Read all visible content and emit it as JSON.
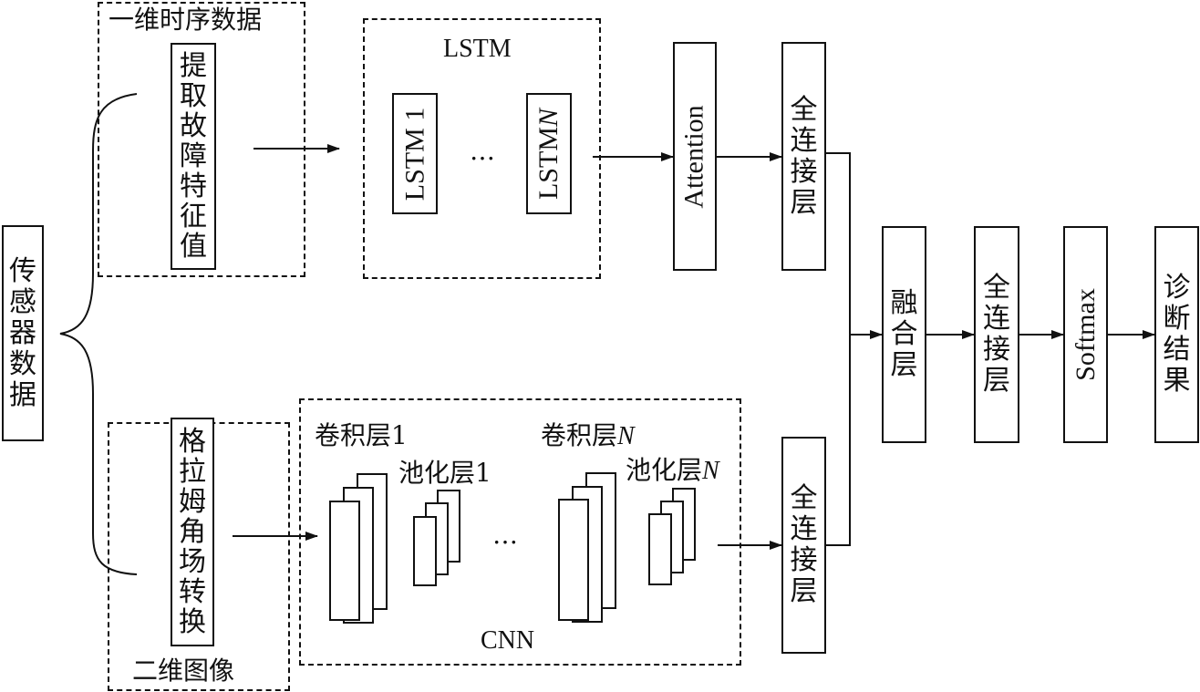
{
  "input": {
    "sensor_data": "传感器数据"
  },
  "branch_1d": {
    "group_label": "一维时序数据",
    "step": "提取故障特征值",
    "lstm_group_label": "LSTM",
    "lstm_first": "LSTM 1",
    "lstm_ellipsis": "…",
    "lstm_last_prefix": "LSTM ",
    "lstm_last_n": "N",
    "attention": "Attention",
    "fc": "全连接层"
  },
  "branch_2d": {
    "group_label": "二维图像",
    "step": "格拉姆角场转换",
    "cnn_group_label": "CNN",
    "conv_first": "卷积层1",
    "pool_first": "池化层1",
    "conv_last_prefix": "卷积层",
    "pool_last_prefix": "池化层",
    "last_n": "N",
    "cnn_ellipsis": "…",
    "fc": "全连接层"
  },
  "fusion": {
    "fusion_layer": "融合层",
    "fc": "全连接层",
    "softmax": "Softmax",
    "result": "诊断结果"
  }
}
